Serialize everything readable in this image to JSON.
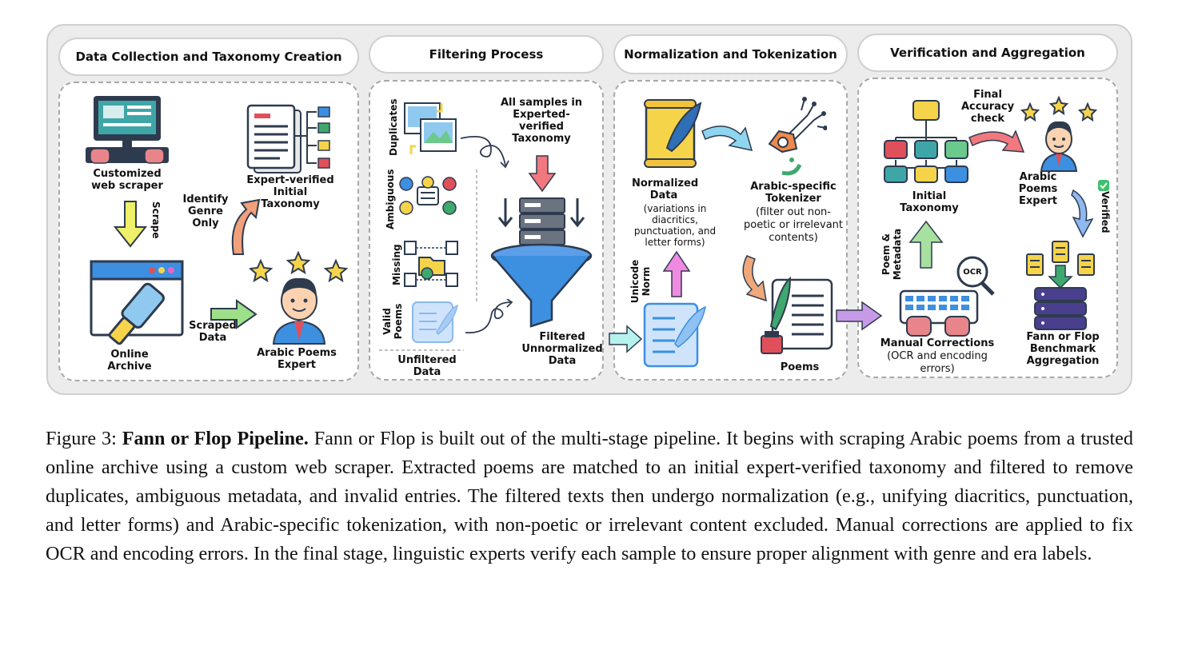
{
  "stages": [
    {
      "title": "Data Collection and Taxonomy Creation"
    },
    {
      "title": "Filtering Process"
    },
    {
      "title": "Normalization and Tokenization"
    },
    {
      "title": "Verification and Aggregation"
    }
  ],
  "labels": {
    "customized_scraper": "Customized web scraper",
    "scrape": "Scrape",
    "online_archive": "Online Archive",
    "scraped_data": "Scraped Data",
    "expert_verified_taxonomy": "Expert-verified Initial Taxonomy",
    "identify_genre": "Identify Genre Only",
    "arabic_poems_expert": "Arabic Poems Expert",
    "duplicates": "Duplicates",
    "ambiguous": "Ambiguous",
    "missing": "Missing",
    "valid_poems": "Valid Poems",
    "unfiltered_data": "Unfiltered Data",
    "all_samples": "All samples in Experted-verified Taxonomy",
    "filtered_unnormalized": "Filtered Unnormalized Data",
    "normalized_data": "Normalized Data",
    "normalized_note": "(variations in diacritics, punctuation, and letter forms)",
    "unicode_norm": "Unicode Norm",
    "tokenizer": "Arabic-specific Tokenizer",
    "tokenizer_note": "(filter out non-poetic or irrelevant contents)",
    "poems": "Poems",
    "initial_taxonomy": "Initial Taxonomy",
    "poem_metadata": "Poem & Metadata",
    "manual_corrections": "Manual Corrections",
    "manual_note": "(OCR and encoding errors)",
    "ocr": "OCR",
    "final_accuracy": "Final Accuracy check",
    "arabic_poems_expert_2": "Arabic Poems Expert",
    "verified": "Verified",
    "benchmark": "Fann or Flop Benchmark Aggregation"
  },
  "caption": {
    "prefix": "Figure 3: ",
    "bold": "Fann or Flop Pipeline.",
    "text": " Fann or Flop is built out of the multi-stage pipeline. It begins with scraping Arabic poems from a trusted online archive using a custom web scraper. Extracted poems are matched to an initial expert-verified taxonomy and filtered to remove duplicates, ambiguous metadata, and invalid entries. The filtered texts then undergo normalization (e.g., unifying diacritics, punctuation, and letter forms) and Arabic-specific tokenization, with non-poetic or irrelevant content excluded. Manual corrections are applied to fix OCR and encoding errors. In the final stage, linguistic experts verify each sample to ensure proper alignment with genre and era labels."
  },
  "colors": {
    "teal": "#3fa6a8",
    "dark": "#2e3b4e",
    "yellow": "#f6d44a",
    "blue": "#3d8fe0",
    "green": "#6cc98c",
    "red": "#e0505a",
    "pink": "#e865c8",
    "orange": "#f08a4b"
  }
}
